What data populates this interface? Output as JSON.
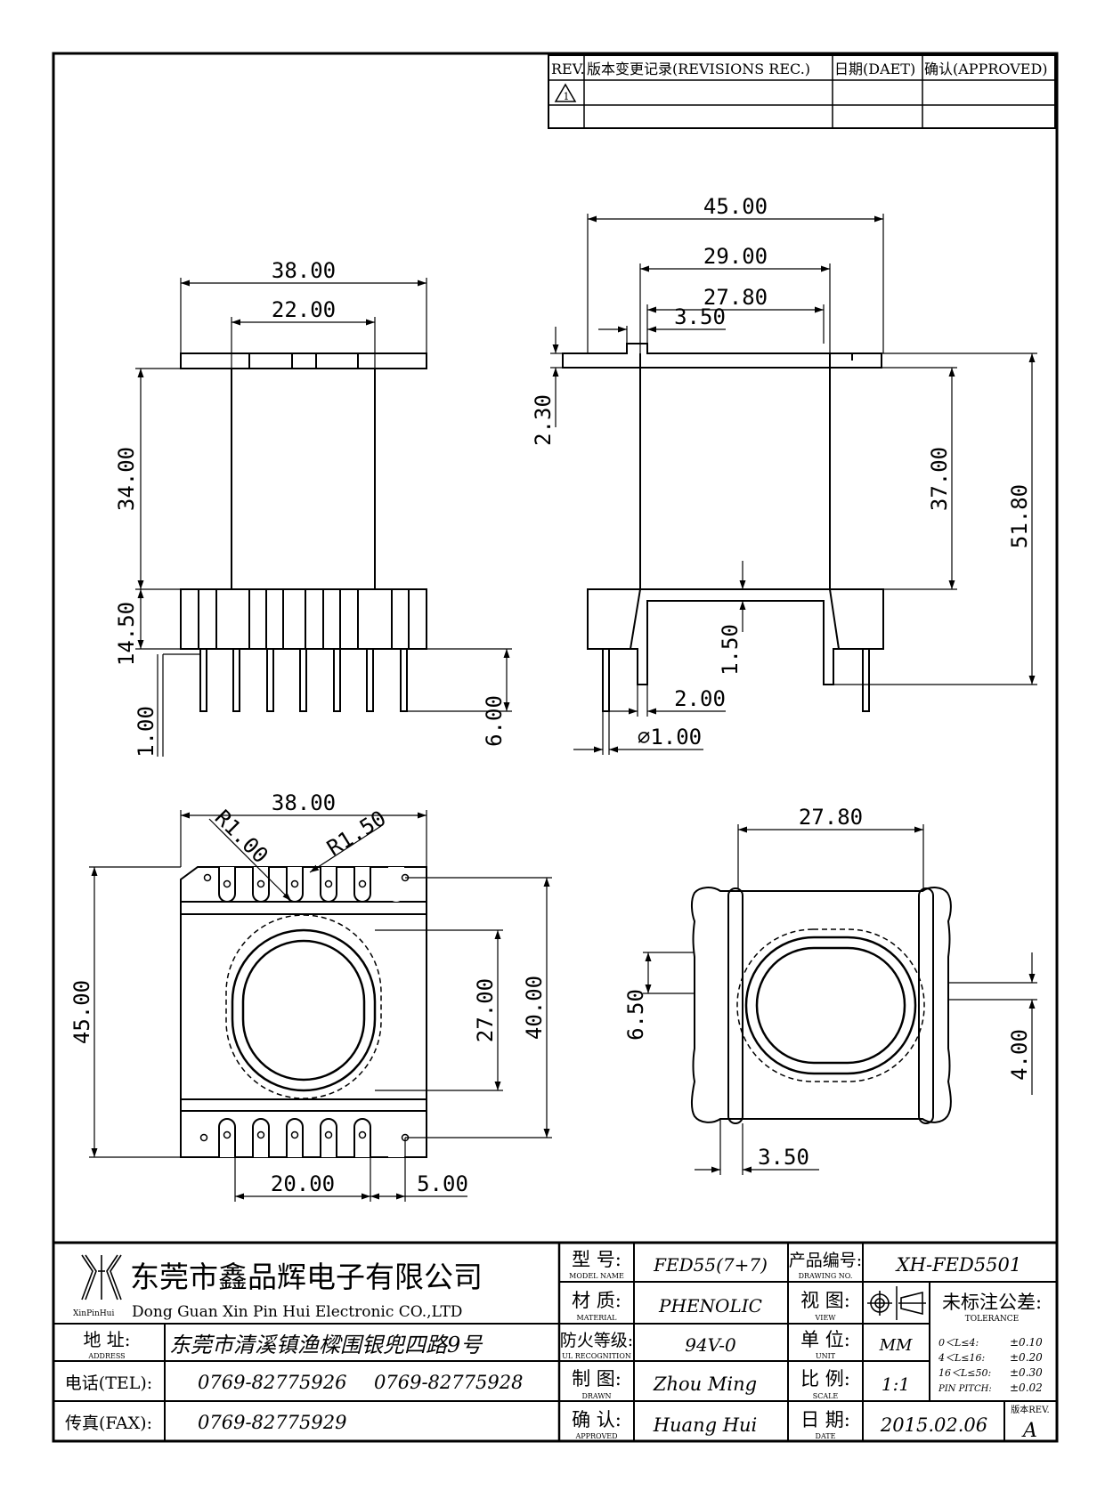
{
  "revisions": {
    "headers": [
      "REV.",
      "版本变更记录(REVISIONS REC.)",
      "日期(DAET)",
      "确认(APPROVED)"
    ],
    "row1_rev": "1"
  },
  "dimensions": {
    "side_view": {
      "overall_width": "38.00",
      "core_width": "22.00",
      "height": "34.00",
      "base_height": "14.50",
      "pin_offset": "1.00",
      "pin_length": "6.00"
    },
    "front_view": {
      "flange_width": "45.00",
      "inner_width": "29.00",
      "tube_width": "27.80",
      "step": "3.50",
      "flange_thickness": "2.30",
      "height_37": "37.00",
      "overall_height": "51.80",
      "standoff": "1.50",
      "pin_spacing": "2.00",
      "pin_diameter": "⌀1.00"
    },
    "bottom_view": {
      "width": "38.00",
      "r1": "R1.00",
      "r2": "R1.50",
      "depth": "45.00",
      "window": "27.00",
      "inner": "40.00",
      "pin_span": "20.00",
      "pin_pitch": "5.00"
    },
    "end_view": {
      "width": "27.80",
      "slot": "6.50",
      "tab": "4.00",
      "wall": "3.50"
    }
  },
  "title_block": {
    "company_cn": "东莞市鑫品辉电子有限公司",
    "company_en": "Dong Guan Xin  Pin Hui Electronic CO.,LTD",
    "logo_text": "XinPinHui",
    "address_label": "地  址:",
    "address_label_en": "ADDRESS",
    "address": "东莞市清溪镇渔樑围银兜四路9号",
    "tel_label": "电话(TEL):",
    "tel1": "0769-82775926",
    "tel2": "0769-82775928",
    "fax_label": "传真(FAX):",
    "fax": "0769-82775929",
    "model_label": "型  号:",
    "model_label_en": "MODEL NAME",
    "model": "FED55(7+7)",
    "material_label": "材  质:",
    "material_label_en": "MATERIAL",
    "material": "PHENOLIC",
    "ul_label": "防火等级:",
    "ul_label_en": "UL RECOGNITION",
    "ul": "94V-0",
    "drawn_label": "制  图:",
    "drawn_label_en": "DRAWN",
    "drawn": "Zhou Ming",
    "approved_label": "确  认:",
    "approved_label_en": "APPROVED",
    "approved": "Huang Hui",
    "drawing_no_label": "产品编号:",
    "drawing_no_label_en": "DRAWING NO.",
    "drawing_no": "XH-FED5501",
    "view_label": "视  图:",
    "view_label_en": "VIEW",
    "unit_label": "单  位:",
    "unit_label_en": "UNIT",
    "unit": "MM",
    "scale_label": "比  例:",
    "scale_label_en": "SCALE",
    "scale": "1:1",
    "date_label": "日  期:",
    "date_label_en": "DATE",
    "date": "2015.02.06",
    "tolerance_label": "未标注公差:",
    "tolerance_label_en": "TOLERANCE",
    "tolerances": [
      {
        "range": "0＜L≤4:",
        "value": "±0.10"
      },
      {
        "range": "4＜L≤16:",
        "value": "±0.20"
      },
      {
        "range": "16＜L≤50:",
        "value": "±0.30"
      },
      {
        "range": "PIN PITCH:",
        "value": "±0.02"
      }
    ],
    "rev_label": "版本REV.",
    "rev": "A"
  }
}
